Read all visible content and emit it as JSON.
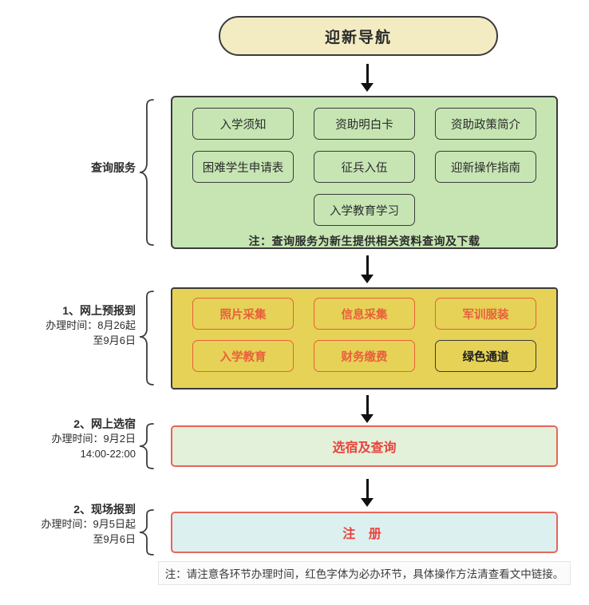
{
  "title": {
    "text": "迎新导航"
  },
  "sections": [
    {
      "label": {
        "lead": "查询服务",
        "lines": []
      },
      "note": "注：查询服务为新生提供相关资料查询及下载",
      "rows": [
        [
          "入学须知",
          "资助明白卡",
          "资助政策简介"
        ],
        [
          "困难学生申请表",
          "征兵入伍",
          "迎新操作指南"
        ],
        [
          "入学教育学习"
        ]
      ]
    },
    {
      "label": {
        "lead": "1、网上预报到",
        "lines": [
          "办理时间：8月26起",
          "至9月6日"
        ]
      },
      "rows": [
        [
          "照片采集",
          "信息采集",
          "军训服装"
        ],
        [
          "入学教育",
          "财务缴费",
          "绿色通道"
        ]
      ]
    },
    {
      "label": {
        "lead": "2、网上选宿",
        "lines": [
          "办理时间：9月2日",
          "14:00-22:00"
        ]
      },
      "box": "选宿及查询"
    },
    {
      "label": {
        "lead": "2、现场报到",
        "lines": [
          "办理时间：9月5日起",
          "至9月6日"
        ]
      },
      "box": "注 册"
    }
  ],
  "footer": {
    "note": "注：请注意各环节办理时间，红色字体为必办环节，具体操作方法清查看文中链接。"
  },
  "colors": {
    "title_fill": "#f3ecc3",
    "green_fill": "#c6e5b3",
    "yellow_fill": "#e6d257",
    "red_accent": "#e8603c",
    "dorm_fill": "#e3f0da",
    "register_fill": "#ddf0f0",
    "border_dark": "#3b3b3b"
  }
}
